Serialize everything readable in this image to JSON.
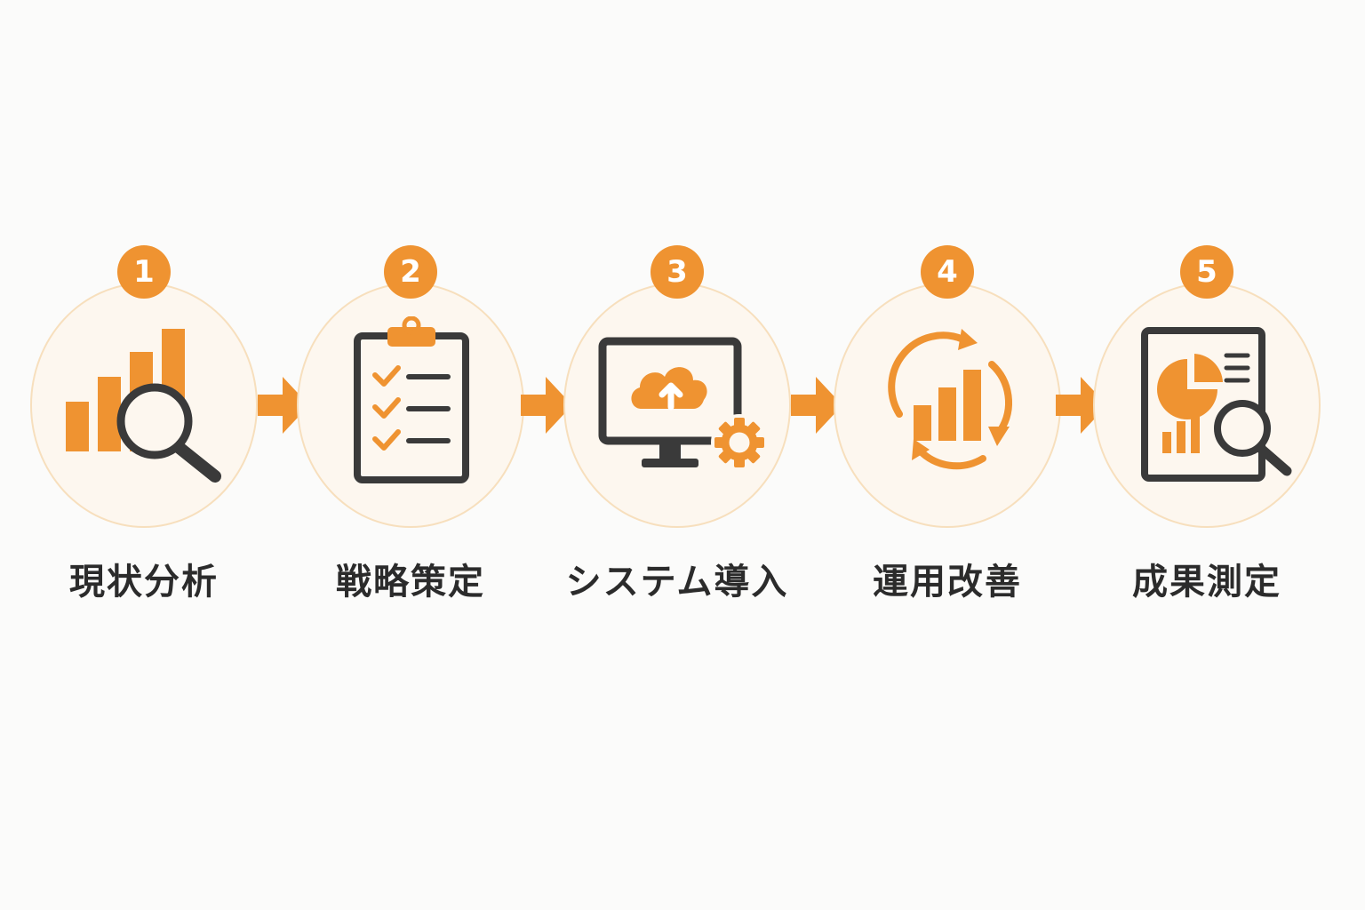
{
  "colors": {
    "accent": "#ef9331",
    "dark": "#3a3a3a",
    "circle_fill": "#fdf7ef",
    "circle_border": "#f7dfbd",
    "background": "#fbfbfa"
  },
  "steps": [
    {
      "number": "1",
      "label": "現状分析",
      "icon": "bar-chart-magnifier-icon"
    },
    {
      "number": "2",
      "label": "戦略策定",
      "icon": "clipboard-checklist-icon"
    },
    {
      "number": "3",
      "label": "システム導入",
      "icon": "monitor-cloud-gear-icon"
    },
    {
      "number": "4",
      "label": "運用改善",
      "icon": "cycle-bar-chart-icon"
    },
    {
      "number": "5",
      "label": "成果測定",
      "icon": "report-magnifier-icon"
    }
  ]
}
